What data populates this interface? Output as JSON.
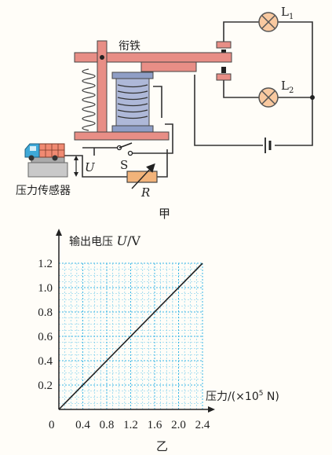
{
  "diagram_a": {
    "caption": "甲",
    "labels": {
      "armature": "衔铁",
      "lamp1": "L",
      "lamp1_sub": "1",
      "lamp2": "L",
      "lamp2_sub": "2",
      "switch": "S",
      "voltage": "U",
      "resistor": "R",
      "sensor": "压力传感器"
    }
  },
  "chart_caption": "乙",
  "chart_data": {
    "type": "line",
    "ylabel_prefix": "输出电压",
    "ylabel_symbol": "U",
    "ylabel_unit": "/V",
    "xlabel_prefix": "压力/(×10",
    "xlabel_exp": "5",
    "xlabel_unit": " N)",
    "origin_label": "0",
    "x_ticks": [
      "0.4",
      "0.8",
      "1.2",
      "1.6",
      "2.0",
      "2.4"
    ],
    "y_ticks": [
      "0.2",
      "0.4",
      "0.6",
      "0.8",
      "1.0",
      "1.2"
    ],
    "xlim": [
      0,
      2.4
    ],
    "ylim": [
      0,
      1.2
    ],
    "grid": true,
    "grid_color": "#37b5e6",
    "line_color": "#222222",
    "series": [
      {
        "x": [
          0,
          2.4
        ],
        "y": [
          0,
          1.2
        ]
      }
    ]
  },
  "colors": {
    "iron": "#e88e86",
    "coil": "#8f9ec6",
    "lamp": "#f9c9a0",
    "truck_blue": "#3fa9d8",
    "truck_cargo": "#f08a72",
    "base": "#c9c9c9",
    "resistor": "#f2b37a"
  }
}
